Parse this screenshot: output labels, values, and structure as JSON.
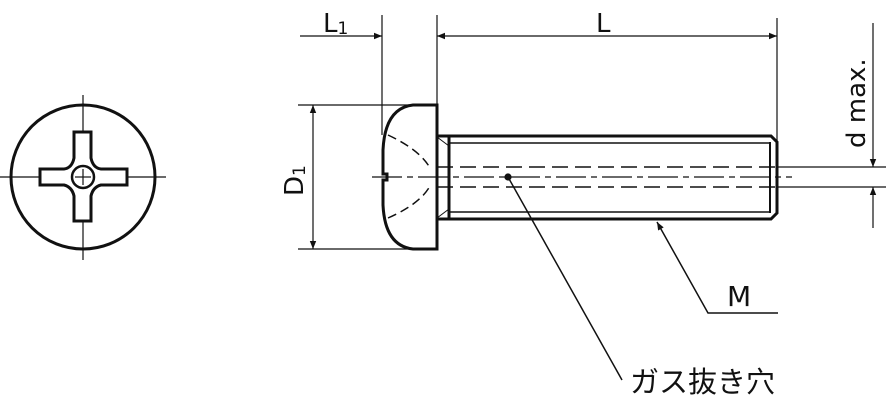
{
  "labels": {
    "l1": "L",
    "l1_sub": "1",
    "l": "L",
    "d1": "D",
    "d1_sub": "1",
    "d_max": "d max.",
    "m": "M",
    "vent_hole": "ガス抜き穴"
  },
  "colors": {
    "line": "#111111",
    "background": "#ffffff"
  }
}
